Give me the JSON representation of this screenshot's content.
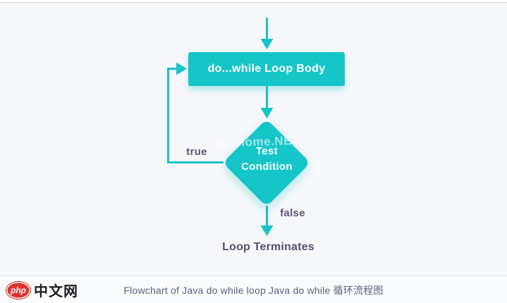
{
  "page": {
    "watermark": "JavaHome.NET"
  },
  "flowchart": {
    "loop_body_label": "do...while Loop Body",
    "condition_label": "Test Condition",
    "true_label": "true",
    "false_label": "false",
    "terminates_label": "Loop Terminates"
  },
  "footer": {
    "caption": "Flowchart of Java do while loop Java do while 循环流程图",
    "logo": {
      "badge": "php",
      "site": "中文网"
    }
  },
  "colors": {
    "shape_teal": "#15c5c8",
    "edge_label_text": "#5b5577",
    "terminates_text": "#55506e",
    "caption_text": "#5a6080",
    "logo_red": "#e03131",
    "background": "#f7f8fb"
  }
}
